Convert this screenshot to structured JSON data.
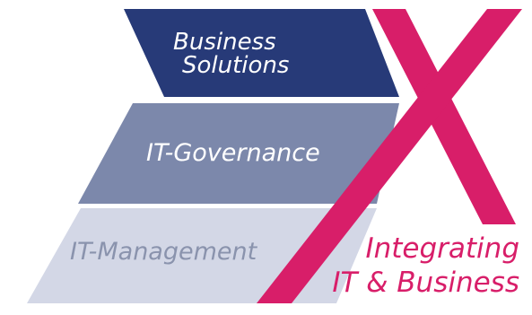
{
  "layers": [
    {
      "id": "business",
      "line1": "Business",
      "line2": "Solutions"
    },
    {
      "id": "governance",
      "text": "IT-Governance"
    },
    {
      "id": "management",
      "text": "IT-Management"
    }
  ],
  "tagline": {
    "line1": "Integrating",
    "line2": "IT & Business"
  },
  "colors": {
    "business": "#273a78",
    "governance": "#7c88ab",
    "management": "#d3d7e6",
    "accent": "#d81e69"
  }
}
